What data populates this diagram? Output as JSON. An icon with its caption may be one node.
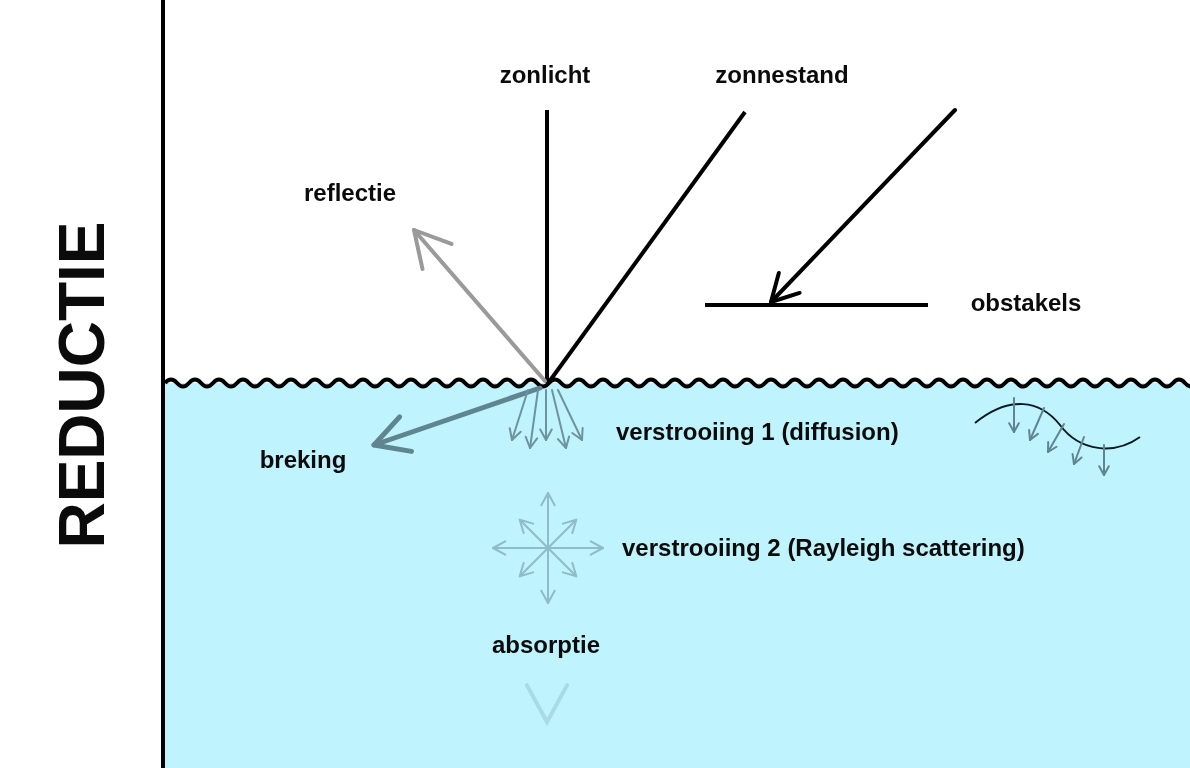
{
  "diagram": {
    "labels": [
      "REDUCTIE",
      "zonlicht",
      "zonnestand",
      "reflectie",
      "obstakels",
      "breking",
      "verstrooiing 1 (diffusion)",
      "verstrooiing 2 (Rayleigh scattering)",
      "absorptie"
    ]
  }
}
